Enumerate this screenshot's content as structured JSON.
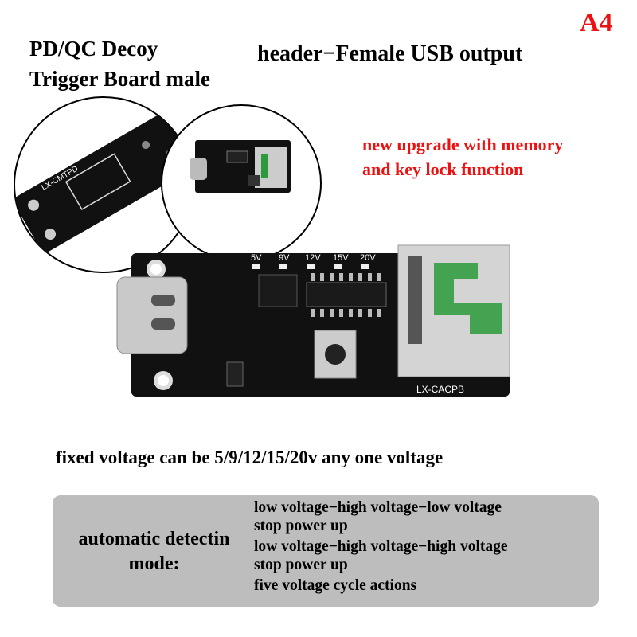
{
  "variant": "A4",
  "title_left": [
    "PD/QC Decoy",
    "Trigger Board male"
  ],
  "title_right": "header−Female USB output",
  "upgrade_note": [
    "new upgrade with memory",
    "and key lock function"
  ],
  "board": {
    "voltage_labels": [
      "5V",
      "9V",
      "12V",
      "15V",
      "20V"
    ],
    "model": "LX-CACPB",
    "back_model": "LX-CMTPD"
  },
  "fixed_voltage": "fixed voltage can be 5/9/12/15/20v any one voltage",
  "mode": {
    "label": [
      "automatic detectin",
      "mode:"
    ],
    "items": [
      [
        "low voltage−high voltage−low voltage",
        "stop power up"
      ],
      [
        "low voltage−high voltage−high voltage",
        "stop power up"
      ],
      [
        "five voltage cycle actions"
      ]
    ]
  },
  "colors": {
    "accent_red": "#ee1111",
    "panel_gray": "#bdbdbd",
    "pcb": "#111111",
    "copper": "#2a9a3a"
  }
}
